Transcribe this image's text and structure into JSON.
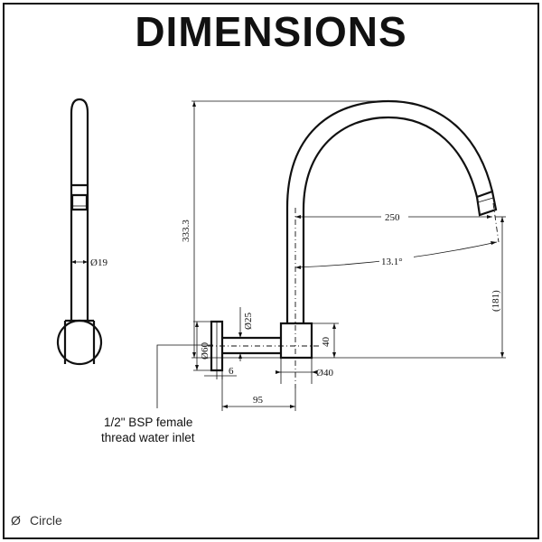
{
  "title": "DIMENSIONS",
  "dimensions": {
    "side_diameter": "Ø19",
    "overall_height": "333.3",
    "reach": "250",
    "spout_angle": "13.1°",
    "spout_height": "(181)",
    "inlet_diameter": "Ø25",
    "flange_diameter": "Ø60",
    "flange_thickness": "6",
    "body_height": "40",
    "body_diameter": "Ø40",
    "inlet_length": "95"
  },
  "inlet_note": {
    "line1": "1/2\" BSP female",
    "line2": "thread water inlet"
  },
  "legend": {
    "symbol": "Ø",
    "label": "Circle"
  }
}
